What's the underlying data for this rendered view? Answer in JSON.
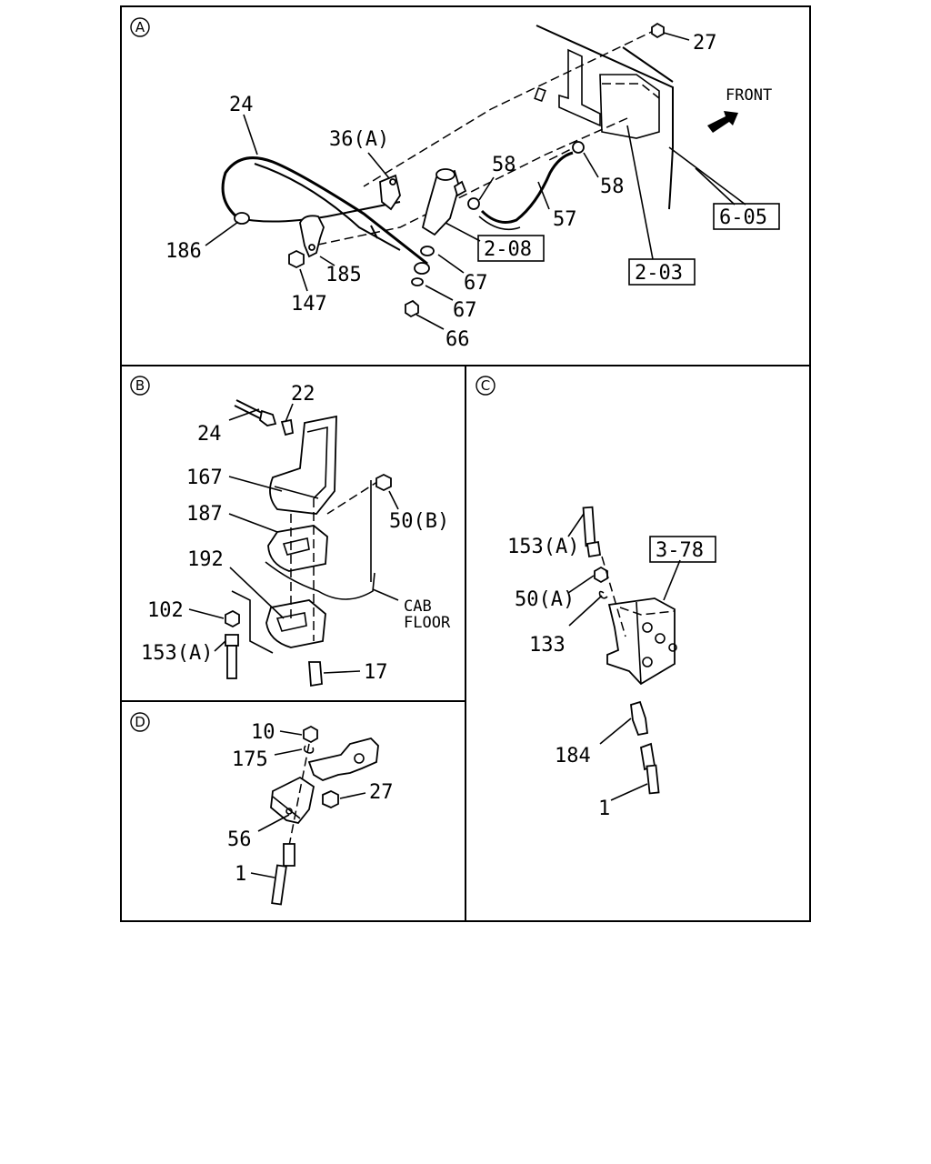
{
  "panels": {
    "A": {
      "letter": "A",
      "labels": {
        "p27": "27",
        "front": "FRONT",
        "p24": "24",
        "p36a": "36(A)",
        "p58a": "58",
        "p58b": "58",
        "p57": "57",
        "p186": "186",
        "p185": "185",
        "p147": "147",
        "p67a": "67",
        "p67b": "67",
        "p66": "66",
        "ref208": "2-08",
        "ref203": "2-03",
        "ref605": "6-05"
      }
    },
    "B": {
      "letter": "B",
      "labels": {
        "p22": "22",
        "p24": "24",
        "p167": "167",
        "p187": "187",
        "p50b": "50(B)",
        "p192": "192",
        "p102": "102",
        "p153a": "153(A)",
        "p17": "17",
        "cab": "CAB",
        "floor": "FLOOR"
      }
    },
    "C": {
      "letter": "C",
      "labels": {
        "p153a": "153(A)",
        "ref378": "3-78",
        "p50a": "50(A)",
        "p133": "133",
        "p184": "184",
        "p1": "1"
      }
    },
    "D": {
      "letter": "D",
      "labels": {
        "p10": "10",
        "p175": "175",
        "p27": "27",
        "p56": "56",
        "p1": "1"
      }
    }
  }
}
